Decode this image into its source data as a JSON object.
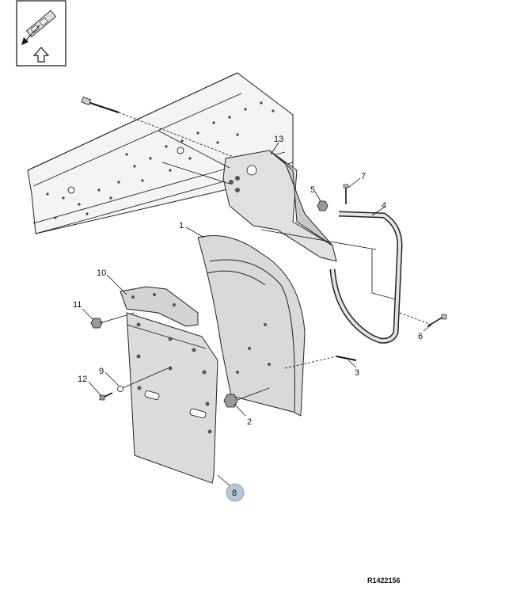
{
  "callouts": [
    "1",
    "2",
    "3",
    "4",
    "5",
    "6",
    "7",
    "8",
    "9",
    "10",
    "11",
    "12",
    "13"
  ],
  "reference": "R1422156",
  "view_icon": "arrow-up-icon",
  "colors": {
    "part_fill": "#dcdcdc",
    "part_shadow": "#bdbdbd",
    "highlight_badge": "#b8c7d8",
    "line": "#111111"
  }
}
